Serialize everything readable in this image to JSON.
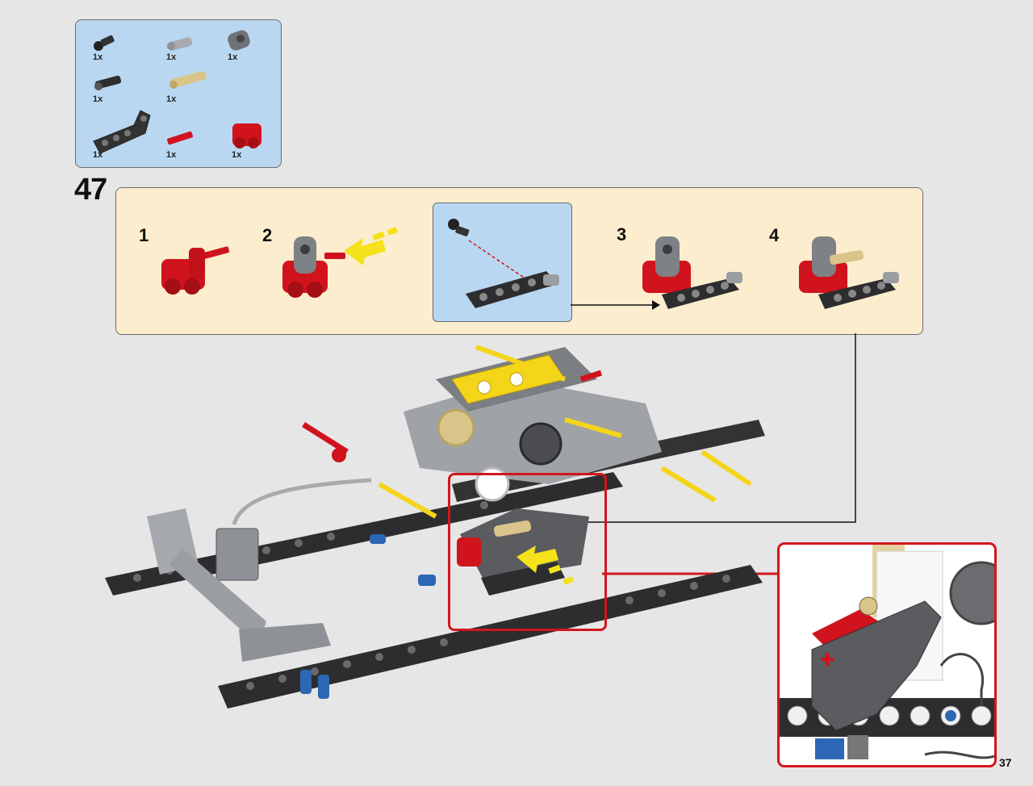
{
  "parts_list": {
    "items": [
      {
        "name": "black-axle-pin-icon",
        "qty": "1x"
      },
      {
        "name": "gray-axle-pin-icon",
        "qty": "1x"
      },
      {
        "name": "gray-axle-connector-icon",
        "qty": "1x"
      },
      {
        "name": "black-friction-pin-icon",
        "qty": "1x"
      },
      {
        "name": "tan-long-pin-icon",
        "qty": "1x"
      },
      {
        "name": "black-bent-liftarm-icon",
        "qty": "1x"
      },
      {
        "name": "red-axle-icon",
        "qty": "1x"
      },
      {
        "name": "red-double-connector-icon",
        "qty": "1x"
      }
    ]
  },
  "step": {
    "number": "47"
  },
  "substeps": [
    {
      "label": "1"
    },
    {
      "label": "2"
    },
    {
      "label": "3"
    },
    {
      "label": "4"
    }
  ],
  "page": {
    "number": "37"
  },
  "colors": {
    "parts_bg": "#b9d7f1",
    "substep_bg": "#fbedcd",
    "highlight": "#d2161d",
    "lego_red": "#d0131c",
    "lego_yellow": "#f4d51a",
    "lego_tan": "#d9c48a",
    "lego_gray": "#8e9196",
    "lego_black": "#2d2d2f"
  }
}
